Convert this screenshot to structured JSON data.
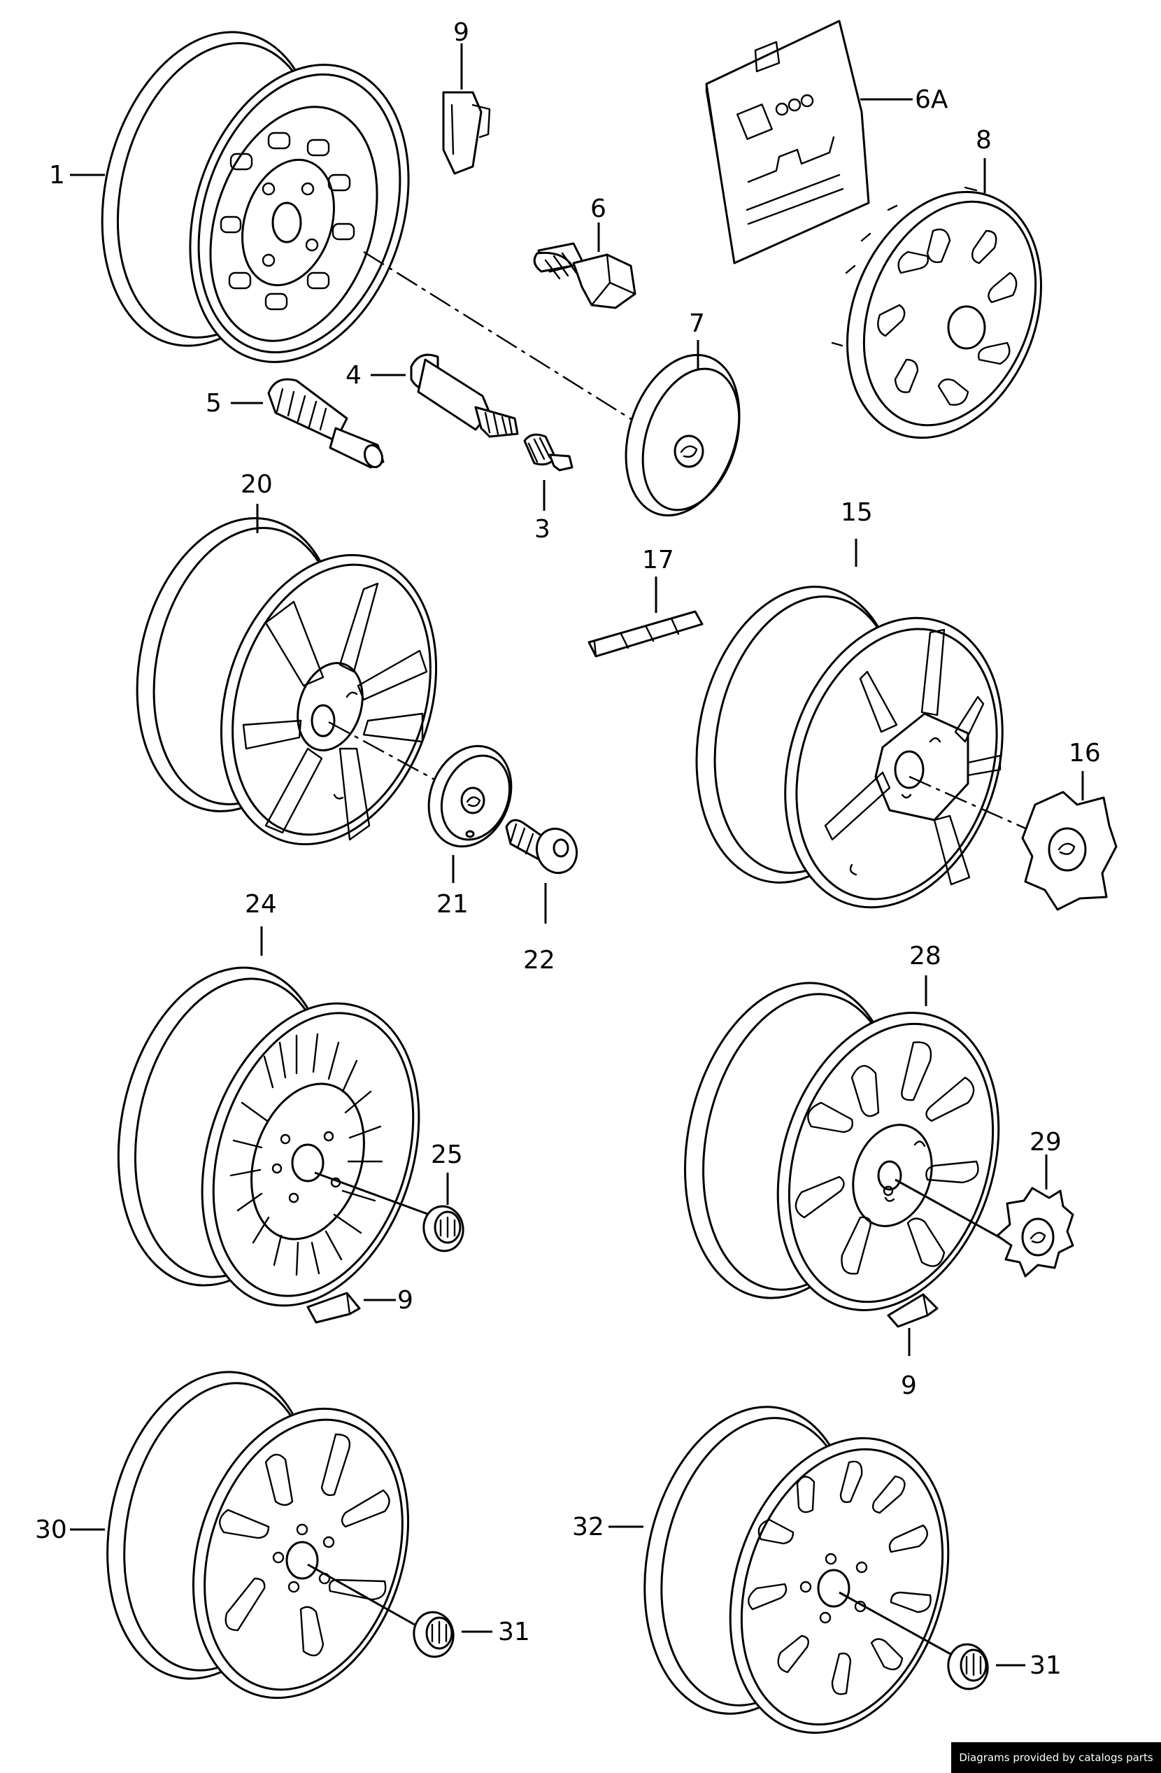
{
  "callouts": {
    "c1": "1",
    "c9a": "9",
    "c6A": "6A",
    "c8": "8",
    "c6": "6",
    "c7": "7",
    "c4": "4",
    "c5": "5",
    "c3": "3",
    "c20": "20",
    "c17": "17",
    "c15": "15",
    "c16": "16",
    "c21": "21",
    "c22": "22",
    "c24": "24",
    "c28": "28",
    "c25": "25",
    "c29": "29",
    "c9b": "9",
    "c9c": "9",
    "c30": "30",
    "c31a": "31",
    "c32": "32",
    "c31b": "31"
  },
  "credit": "Diagrams provided by catalogs parts"
}
